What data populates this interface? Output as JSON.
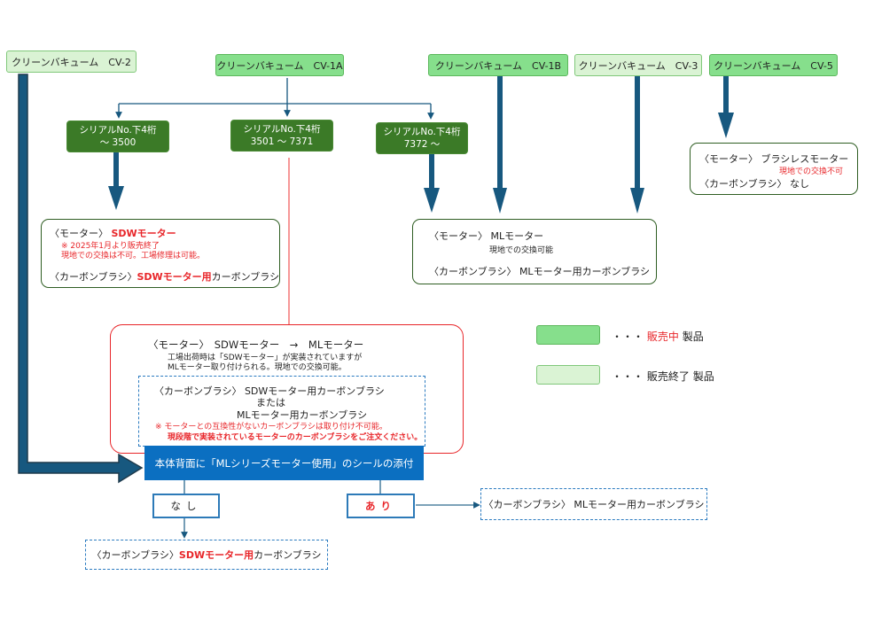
{
  "models": {
    "cv2": "クリーンバキューム　CV-2",
    "cv1a": "クリーンバキューム　CV-1A",
    "cv1b": "クリーンバキューム　CV-1B",
    "cv3": "クリーンバキューム　CV-3",
    "cv5": "クリーンバキューム　CV-5"
  },
  "serials": [
    {
      "line1": "シリアルNo.下4桁",
      "line2": "～ 3500"
    },
    {
      "line1": "シリアルNo.下4桁",
      "line2": "3501 ～ 7371"
    },
    {
      "line1": "シリアルNo.下4桁",
      "line2": "7372 ～"
    }
  ],
  "sdw_box": {
    "motor_label": "〈モーター〉",
    "motor_value": "SDWモーター",
    "note1": "※ 2025年1月より販売終了",
    "note2": "現地での交換は不可。工場修理は可能。",
    "brush_label": "〈カーボンブラシ〉",
    "brush_value_red": "SDWモーター用",
    "brush_value_rest": "カーボンブラシ"
  },
  "ml_box": {
    "motor": "〈モーター〉 MLモーター",
    "note": "現地での交換可能",
    "brush": "〈カーボンブラシ〉 MLモーター用カーボンブラシ"
  },
  "brushless_box": {
    "motor": "〈モーター〉 ブラシレスモーター",
    "note": "現地での交換不可",
    "brush": "〈カーボンブラシ〉 なし"
  },
  "transition_box": {
    "motor": "〈モーター〉　SDWモーター　→　MLモーター",
    "note1": "工場出荷時は「SDWモーター」が実装されていますが",
    "note2": "MLモーター取り付けられる。現地での交換可能。",
    "brush1": "〈カーボンブラシ〉 SDWモーター用カーボンブラシ",
    "or": "または",
    "brush2": "MLモーター用カーボンブラシ",
    "warn1": "※ モーターとの互換性がないカーボンブラシは取り付け不可能。",
    "warn2": "現段階で実装されているモーターのカーボンブラシをご注文ください。"
  },
  "seal_check": "本体背面に「MLシリーズモーター使用」のシールの添付",
  "choices": {
    "no": "なし",
    "yes": "あり"
  },
  "result_no": {
    "label": "〈カーボンブラシ〉",
    "value_red": "SDWモーター用",
    "value_rest": "カーボンブラシ"
  },
  "result_yes": "〈カーボンブラシ〉 MLモーター用カーボンブラシ",
  "legend": {
    "active_dots": "・・・",
    "active_status": "販売中",
    "active_suffix": "製品",
    "ended_dots": "・・・",
    "ended_status": "販売終了",
    "ended_suffix": "製品"
  },
  "colors": {
    "active_model": "#86df8c",
    "ended_model": "#daf3d4",
    "serial_box": "#3b7a27",
    "arrow": "#17587f",
    "accent_red": "#e8262a",
    "seal_bar": "#0b6fc1"
  }
}
